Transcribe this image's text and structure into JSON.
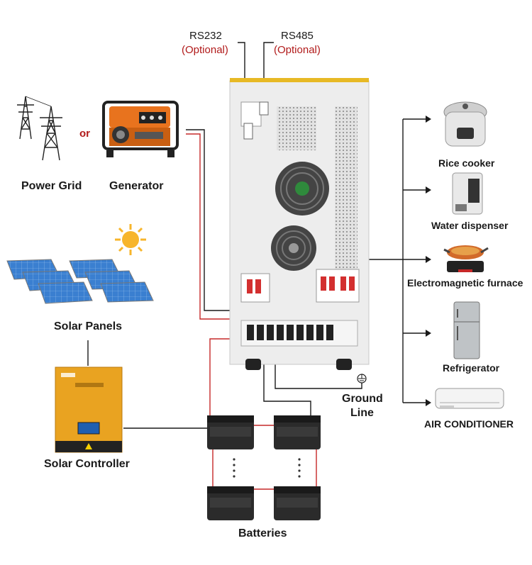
{
  "comm": {
    "rs232": "RS232",
    "rs232_opt": "(Optional)",
    "rs485": "RS485",
    "rs485_opt": "(Optional)"
  },
  "sources": {
    "power_grid": "Power Grid",
    "or": "or",
    "generator": "Generator",
    "solar_panels": "Solar Panels",
    "solar_controller": "Solar Controller"
  },
  "ground": {
    "line1": "Ground",
    "line2": "Line"
  },
  "batteries": "Batteries",
  "loads": [
    {
      "label": "Rice cooker"
    },
    {
      "label": "Water dispenser"
    },
    {
      "label": "Electromagnetic furnace"
    },
    {
      "label": "Refrigerator"
    },
    {
      "label": "AIR CONDITIONER"
    }
  ],
  "colors": {
    "inverter_body": "#ededed",
    "wire_black": "#1a1a1a",
    "wire_red": "#c62828",
    "controller_orange": "#e9a321",
    "solar_blue": "#3a7fd0",
    "sun_yellow": "#f7b52b",
    "generator_orange": "#e8731e",
    "option_red": "#b11a1a"
  }
}
